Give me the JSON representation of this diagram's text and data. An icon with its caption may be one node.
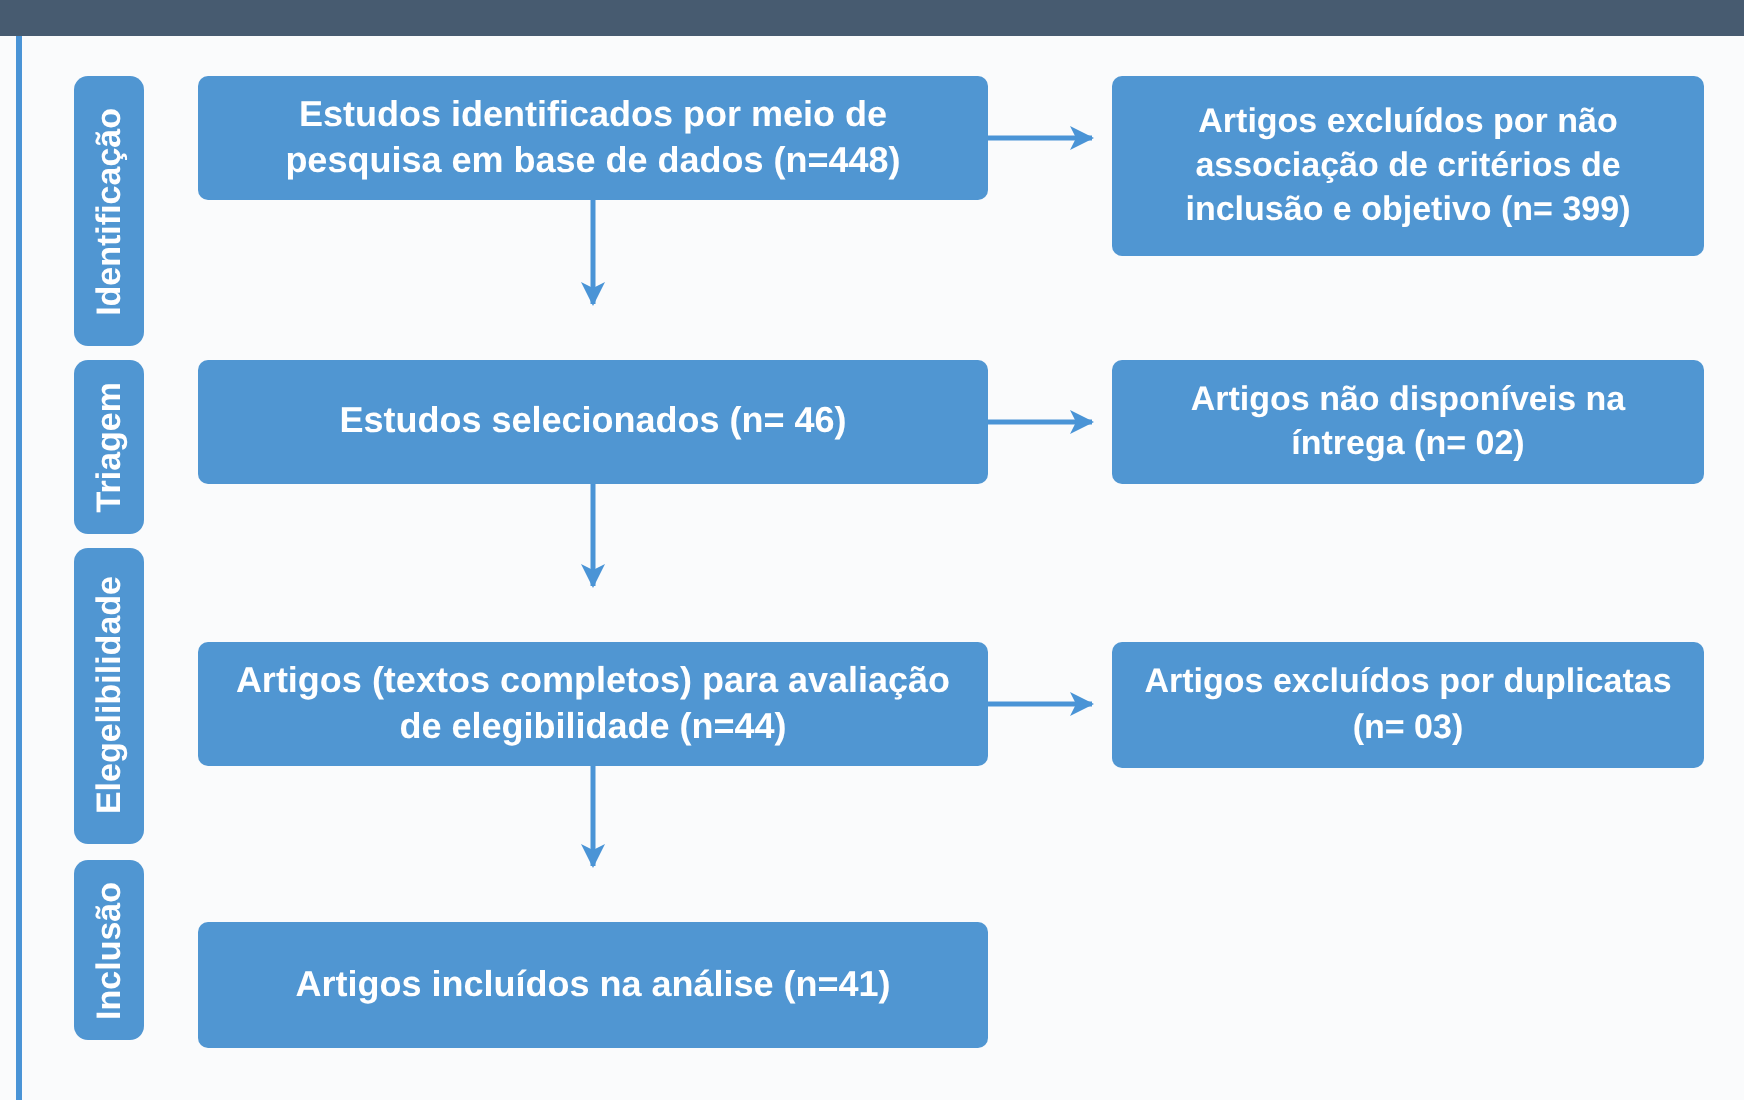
{
  "diagram": {
    "nodes": [
      {
        "text": [
          "Identificação"
        ]
      },
      {
        "text": [
          "Triagem"
        ]
      },
      {
        "text": [
          "Elegelibilidade"
        ]
      },
      {
        "text": [
          "Inclusão"
        ]
      },
      {
        "text": [
          "Estudos identificados por meio de pesquisa em base de dados (n=448)"
        ]
      },
      {
        "text": [
          "Artigos excluídos por não associação de critérios de inclusão e objetivo (n= 399)"
        ]
      },
      {
        "text": [
          "Estudos selecionados (n= 46)"
        ]
      },
      {
        "text": [
          "Artigos não disponíveis na íntrega (n= 02)"
        ]
      },
      {
        "text": [
          "Artigos (textos completos) para avaliação de elegibilidade (n=44)"
        ]
      },
      {
        "text": [
          "Artigos excluídos por duplicatas (n= 03)"
        ]
      },
      {
        "text": [
          "Artigos incluídos na análise (n=41)"
        ]
      }
    ],
    "edges": [
      {
        "from": 4,
        "to": 5,
        "arrow": "to"
      },
      {
        "from": 4,
        "to": 6,
        "arrow": "to"
      },
      {
        "from": 6,
        "to": 7,
        "arrow": "to"
      },
      {
        "from": 6,
        "to": 8,
        "arrow": "to"
      },
      {
        "from": 8,
        "to": 9,
        "arrow": "to"
      },
      {
        "from": 8,
        "to": 10,
        "arrow": "to"
      }
    ]
  }
}
